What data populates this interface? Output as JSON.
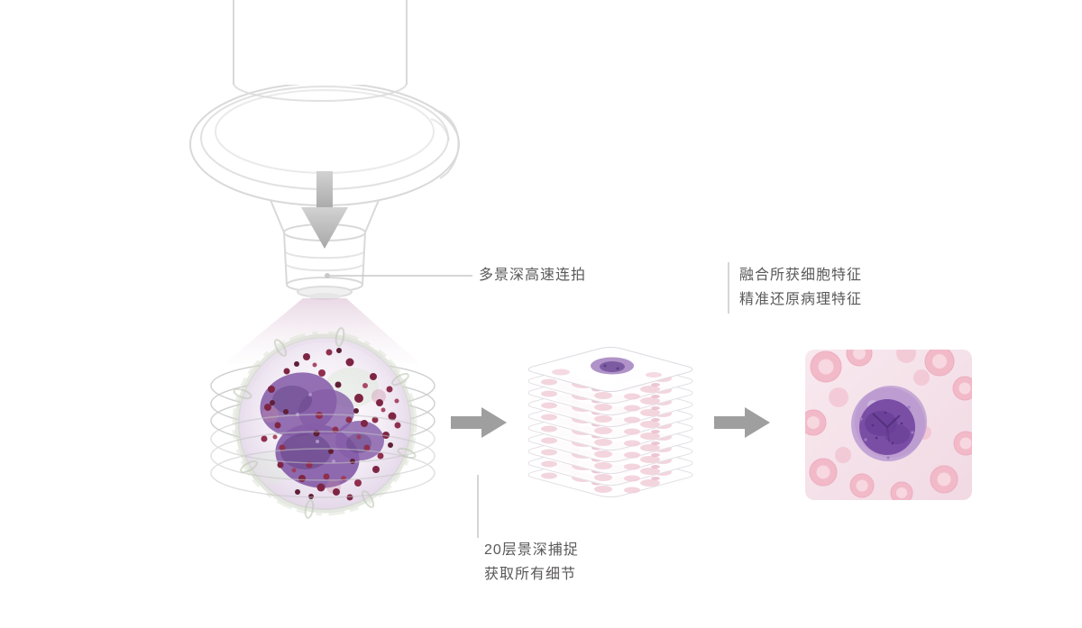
{
  "diagram": {
    "background": "#ffffff",
    "labels": {
      "capture": "多景深高速连拍",
      "stack_line1": "20层景深捕捉",
      "stack_line2": "获取所有细节",
      "fusion_line1": "融合所获细胞特征",
      "fusion_line2": "精准还原病理特征"
    },
    "colors": {
      "label_text": "#5a5858",
      "connector_line": "#c8c8c8",
      "arrow": "#9f9f9f",
      "objective_outline": "#d9d9d9",
      "light_cone_pink": "#ddc4d6",
      "cell_nucleus_purple": "#7c559c",
      "granule_red": "#7a2440",
      "membrane_green": "#c2cdbb",
      "slide_blob_pink": "#f1cbd7",
      "micrograph_bg_pink": "#f6e3ea",
      "rbc_pink": "#f2bac9",
      "fused_cell_purple": "#7a4ea5"
    },
    "icons": {
      "down_arrow": {
        "name": "down-arrow-icon",
        "glyph": "▼"
      },
      "flow_arrow": {
        "name": "flow-arrow-icon",
        "glyph": "→"
      }
    }
  }
}
